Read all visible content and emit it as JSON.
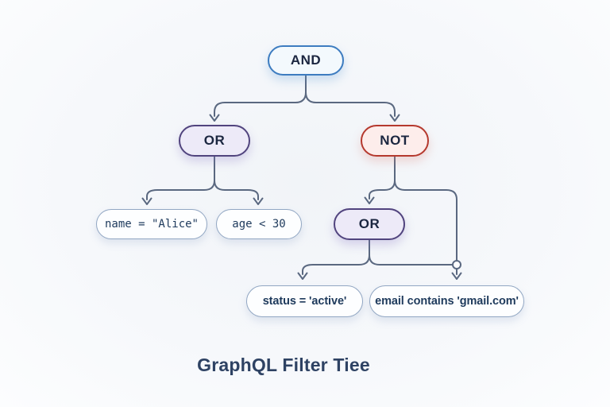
{
  "title": "GraphQL Filter Tiee",
  "tree": {
    "root": {
      "label": "AND",
      "operator": "and"
    },
    "or_left": {
      "label": "OR",
      "operator": "or"
    },
    "not": {
      "label": "NOT",
      "operator": "not"
    },
    "or_right": {
      "label": "OR",
      "operator": "or"
    },
    "leaf_name": {
      "label": "name = \"Alice\""
    },
    "leaf_age": {
      "label": "age < 30"
    },
    "leaf_status": {
      "label": "status = 'active'"
    },
    "leaf_email": {
      "label": "email contains 'gmail.com'"
    }
  },
  "colors": {
    "and_border": "#3d7cc0",
    "and_fill": "#f3f9fd",
    "or_border": "#51447e",
    "or_fill": "#edeaf8",
    "not_border": "#b5392e",
    "not_fill": "#fdedeb",
    "leaf_border": "#92a7c3",
    "leaf_fill": "#fdfeff",
    "connector": "#5a6880",
    "operator_text": "#1b2640",
    "leaf_text": "#1e3a5c",
    "title_text": "#2e4263",
    "background": "#f6f8fb"
  }
}
